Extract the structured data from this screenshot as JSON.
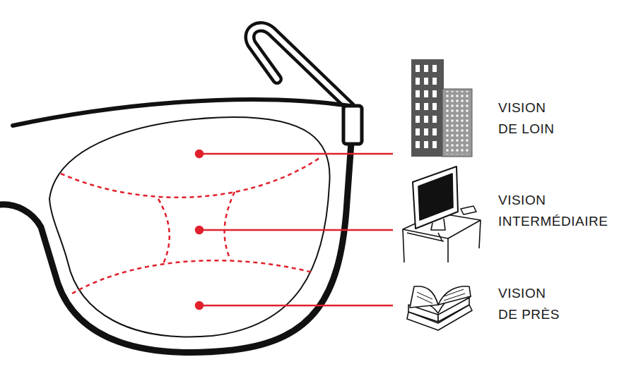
{
  "diagram": {
    "labels": [
      "VISION DE LOIN",
      "VISION INTERMÉDIAIRE",
      "VISION DE PRÈS"
    ]
  }
}
